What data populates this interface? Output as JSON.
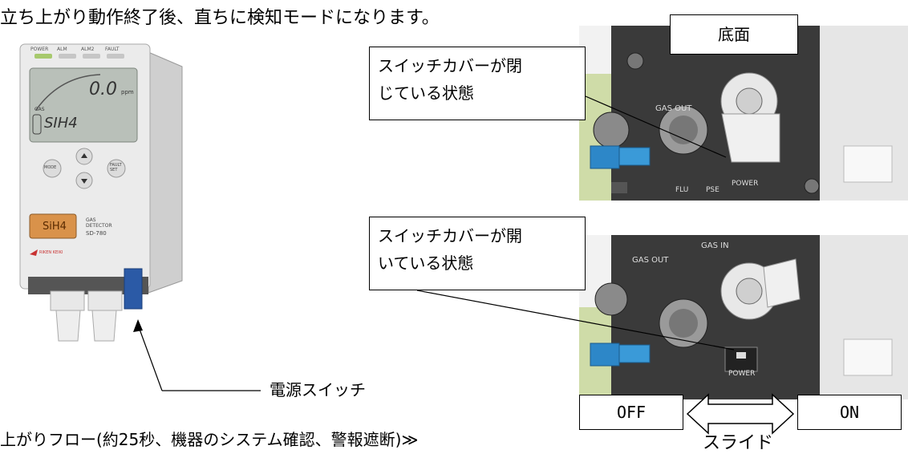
{
  "header": {
    "intro_text": "立ち上がり動作終了後、直ちに検知モードになります。"
  },
  "device": {
    "led_labels": [
      "POWER",
      "ALM",
      "ALM2",
      "FAULT"
    ],
    "display_value": "0.0",
    "display_unit": "ppm",
    "display_gas": "SIH4",
    "display_small": "GAS",
    "buttons": [
      "MODE",
      "FAULT SET"
    ],
    "lower_display": "SiH4",
    "product_line1": "GAS",
    "product_line2": "DETECTOR",
    "model": "SD-780",
    "brand": "RIKEN KEIKI"
  },
  "labels": {
    "power_switch": "電源スイッチ",
    "bottom_flow_text": "上がりフロー(約25秒、機器のシステム確認、警報遮断)≫",
    "bottom_face": "底面",
    "cover_closed_line1": "スイッチカバーが閉",
    "cover_closed_line2": "じている状態",
    "cover_open_line1": "スイッチカバーが開",
    "cover_open_line2": "いている状態",
    "off": "OFF",
    "on": "ON",
    "slide": "スライド"
  },
  "panel": {
    "gas_out": "GAS OUT",
    "gas_in": "GAS IN",
    "power": "POWER",
    "flu": "FLU",
    "pse": "PSE"
  }
}
